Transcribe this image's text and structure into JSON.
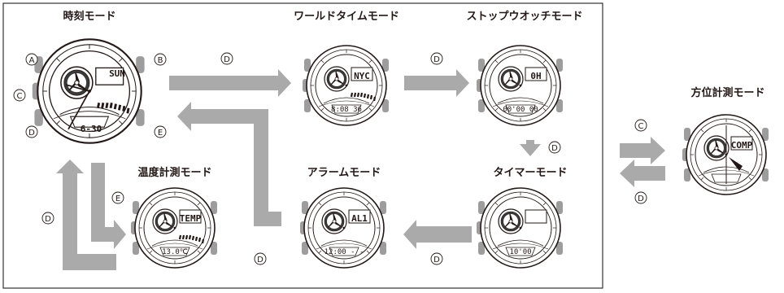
{
  "modes": {
    "timekeeping": {
      "title": "時刻モード",
      "lcd_top": "SUN",
      "lcd_bottom": "6-30"
    },
    "world_time": {
      "title": "ワールドタイムモード",
      "lcd_top": "NYC",
      "lcd_bottom": "8:08 36"
    },
    "stopwatch": {
      "title": "ストップウオッチモード",
      "lcd_top": "0H",
      "lcd_bottom": "00'00 00"
    },
    "timer": {
      "title": "タイマーモード",
      "lcd_top": "",
      "lcd_bottom": "10'00"
    },
    "alarm": {
      "title": "アラームモード",
      "lcd_top": "AL1",
      "lcd_bottom": "12:00 - -"
    },
    "temperature": {
      "title": "温度計測モード",
      "lcd_top": "TEMP",
      "lcd_bottom": "13.0℃"
    },
    "compass": {
      "title": "方位計測モード",
      "lcd_top": "COMP",
      "lcd_bottom": ""
    }
  },
  "buttons": {
    "a": "A",
    "b": "B",
    "c": "C",
    "d": "D",
    "e": "E"
  },
  "colors": {
    "arrow": "#aaaaaa",
    "frame": "#333333",
    "bezel": "#9d9d9d",
    "ink": "#231815"
  }
}
